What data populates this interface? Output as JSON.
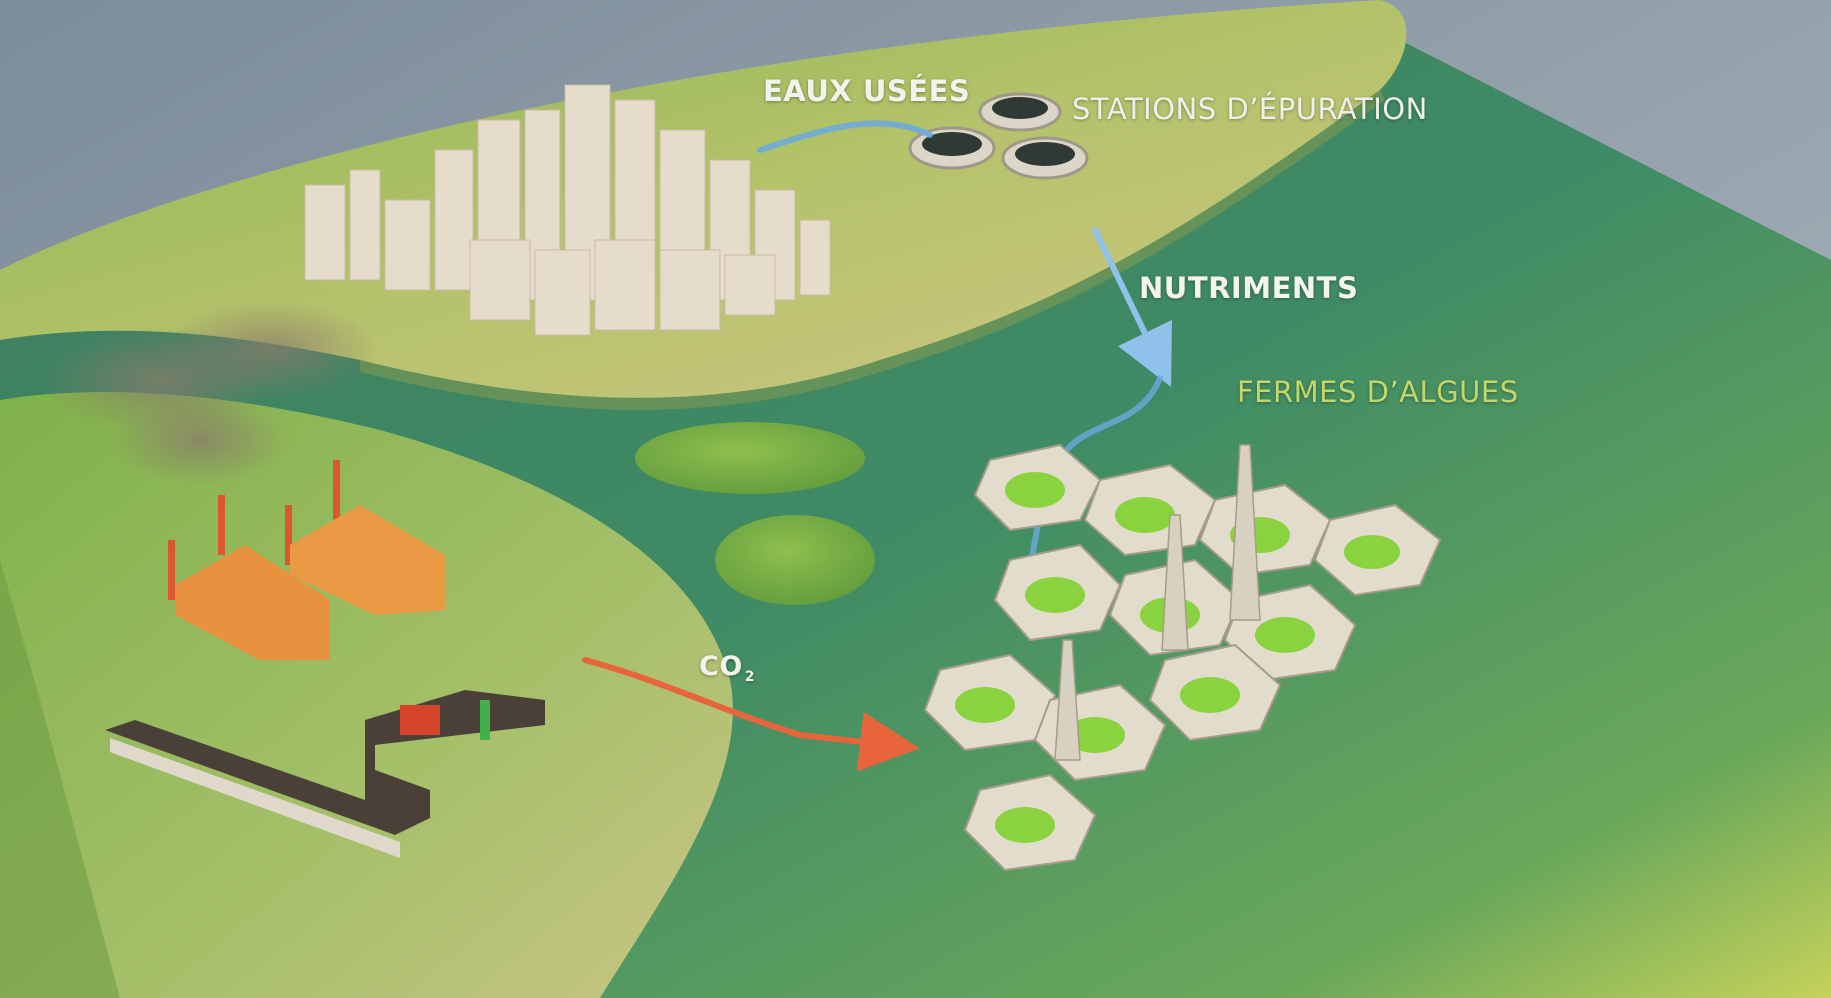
{
  "labels": {
    "wastewater": "EAUX USÉES",
    "treatment_plants": "STATIONS D’ÉPURATION",
    "nutrients": "NUTRIMENTS",
    "algae_farms": "FERMES D’ALGUES",
    "co2_main": "CO",
    "co2_sub": "2"
  },
  "colors": {
    "algae_label": "#c3d66a",
    "nutrient_flow": "#6aa9e0",
    "co2_flow": "#e8643a",
    "water": "#3f8a66",
    "land": "#9fc062",
    "sky": "#8d9aa6"
  }
}
